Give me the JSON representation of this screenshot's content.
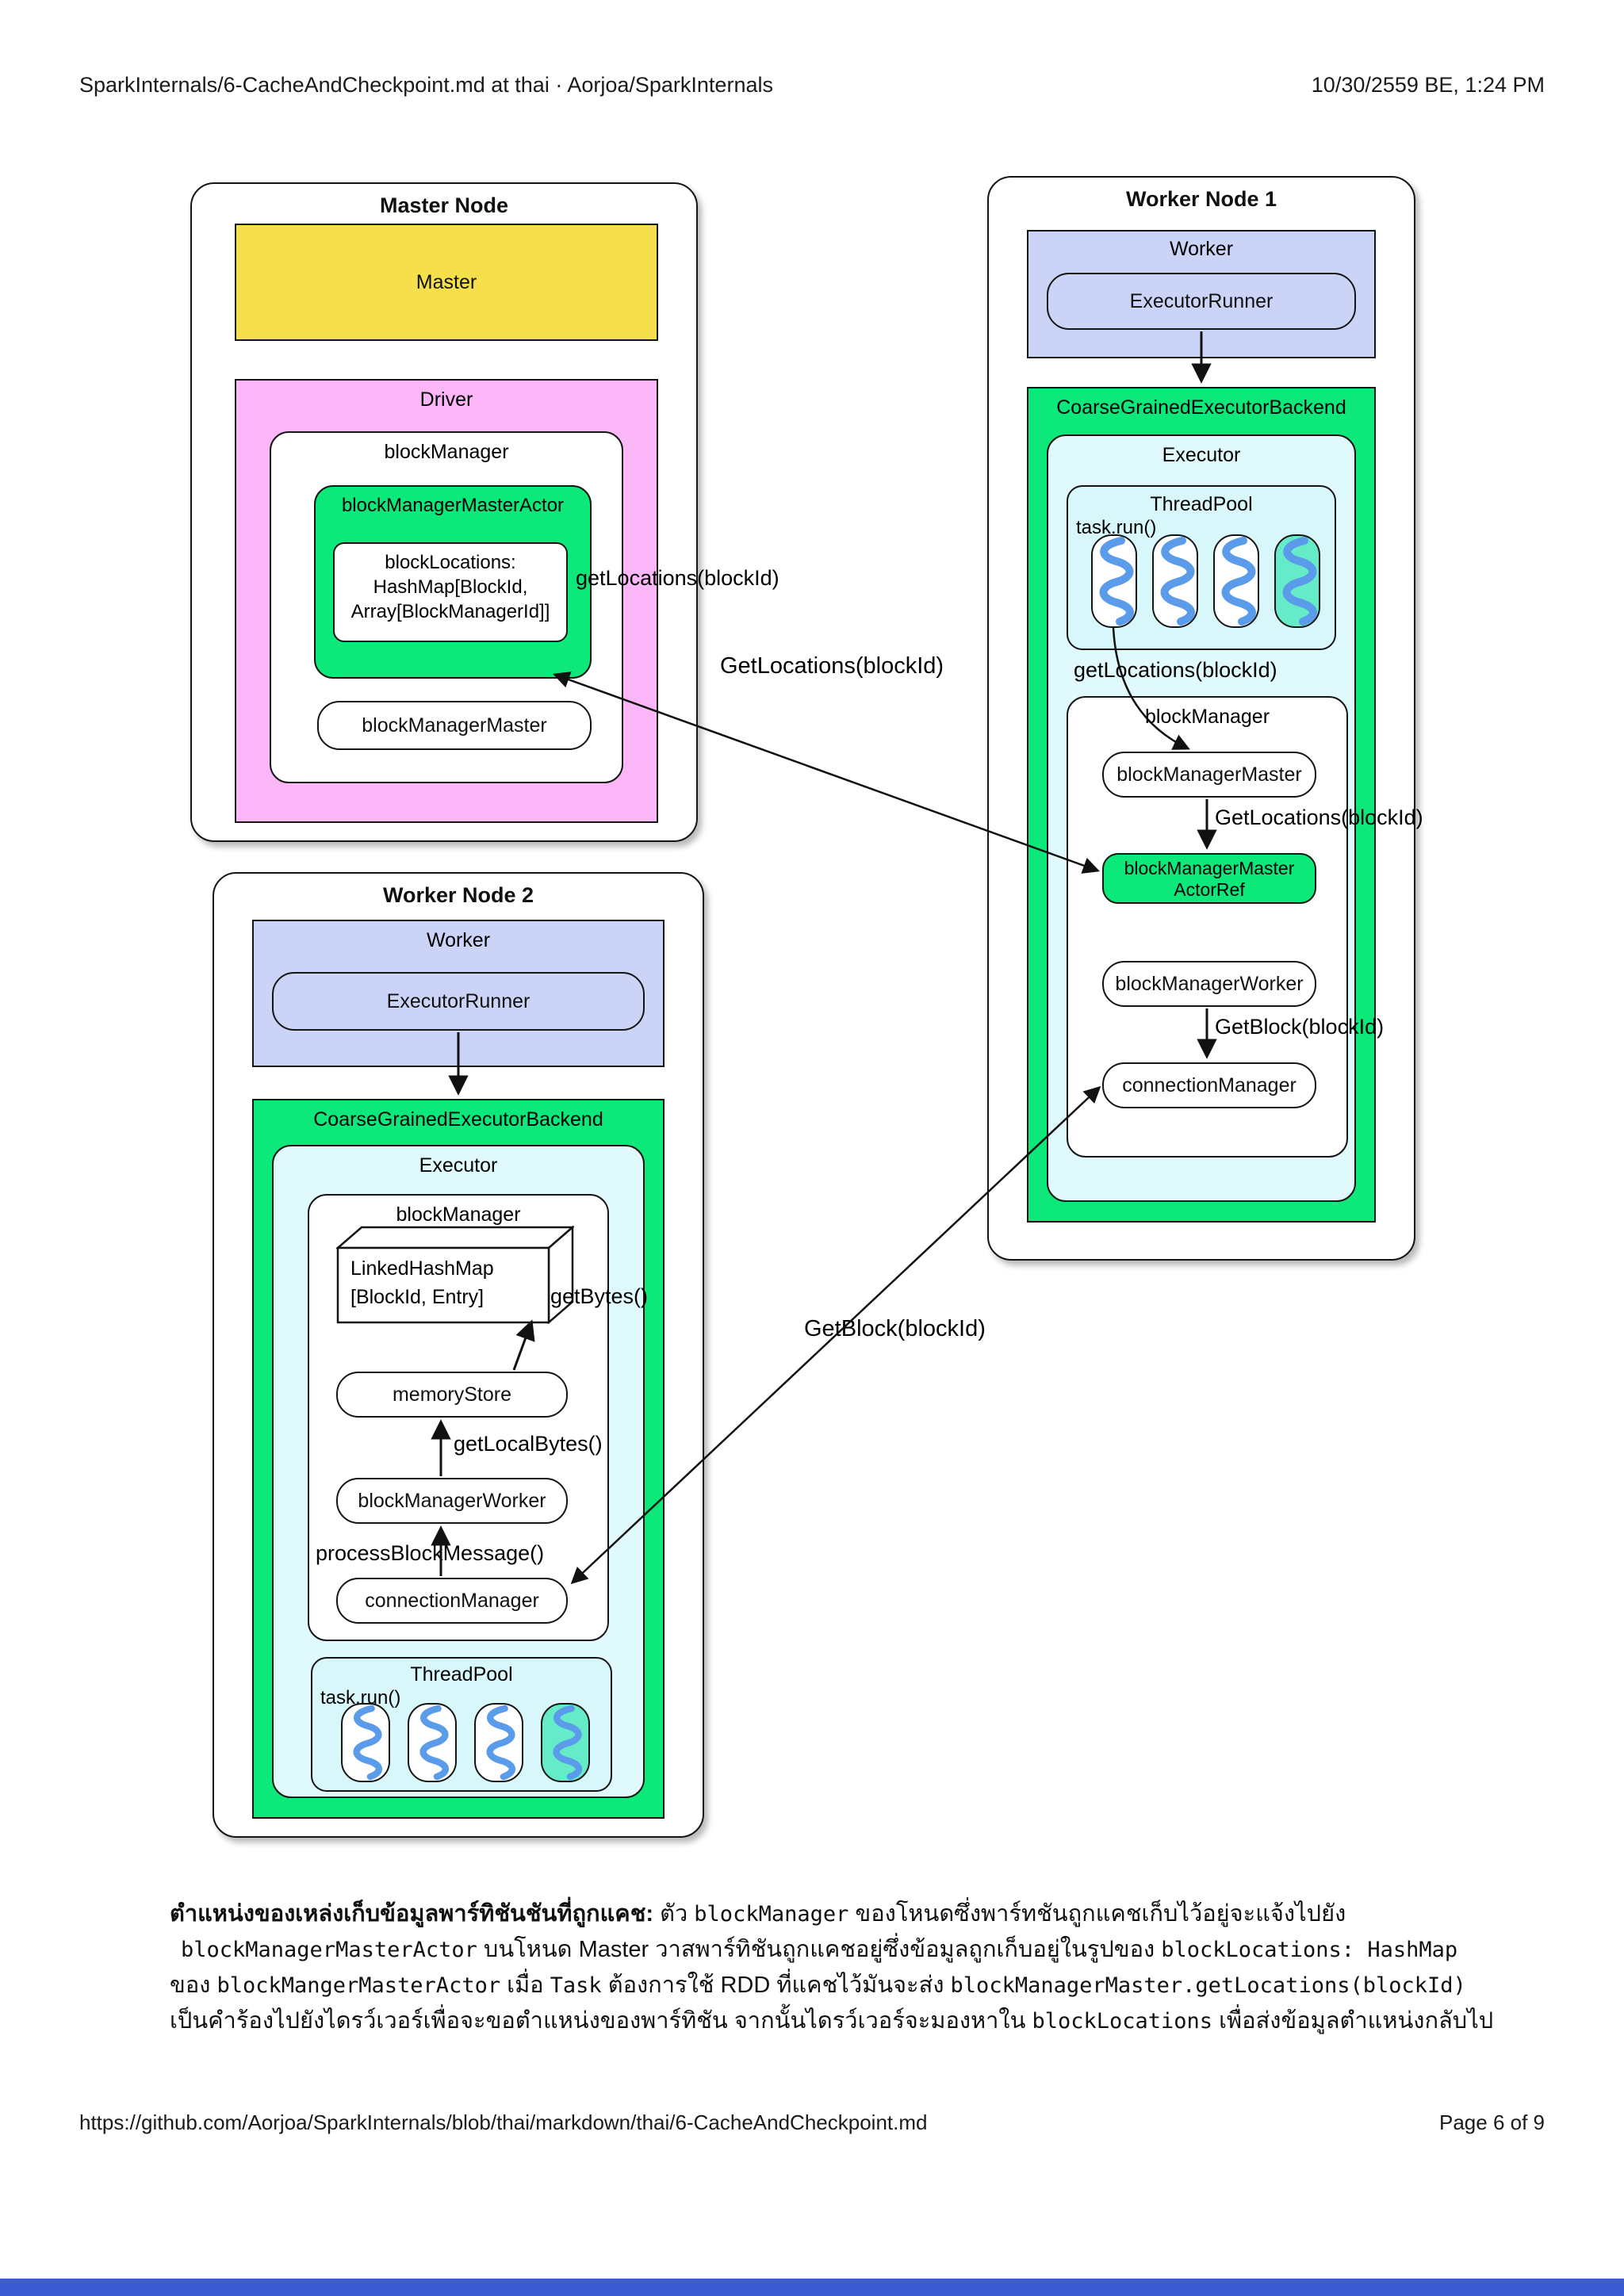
{
  "header": {
    "left": "SparkInternals/6-CacheAndCheckpoint.md at thai · Aorjoa/SparkInternals",
    "right": "10/30/2559 BE, 1:24 PM"
  },
  "footer": {
    "url": "https://github.com/Aorjoa/SparkInternals/blob/thai/markdown/thai/6-CacheAndCheckpoint.md",
    "page": "Page 6 of 9"
  },
  "diagram": {
    "master": {
      "title": "Master Node",
      "master_label": "Master",
      "driver_label": "Driver",
      "block_manager_label": "blockManager",
      "bmma_label": "blockManagerMasterActor",
      "block_locations_l1": "blockLocations:",
      "block_locations_l2": "HashMap[BlockId,",
      "block_locations_l3": "Array[BlockManagerId]]",
      "bmm_label": "blockManagerMaster",
      "get_locations_label": "getLocations(blockId)"
    },
    "worker1": {
      "title": "Worker Node 1",
      "worker_label": "Worker",
      "executor_runner_label": "ExecutorRunner",
      "cgeb_label": "CoarseGrainedExecutorBackend",
      "executor_label": "Executor",
      "threadpool_label": "ThreadPool",
      "task_run_label": "task.run()",
      "get_locations_label": "getLocations(blockId)",
      "block_manager_label": "blockManager",
      "bmm_label": "blockManagerMaster",
      "get_locations_msg": "GetLocations(blockId)",
      "bmma_ref_l1": "blockManagerMaster",
      "bmma_ref_l2": "ActorRef",
      "bmw_label": "blockManagerWorker",
      "get_block_msg": "GetBlock(blockId)",
      "connection_manager_label": "connectionManager"
    },
    "worker2": {
      "title": "Worker Node 2",
      "worker_label": "Worker",
      "executor_runner_label": "ExecutorRunner",
      "cgeb_label": "CoarseGrainedExecutorBackend",
      "executor_label": "Executor",
      "block_manager_label": "blockManager",
      "linked_hash_map_l1": "LinkedHashMap",
      "linked_hash_map_l2": "[BlockId, Entry]",
      "get_bytes_label": "getBytes()",
      "memory_store_label": "memoryStore",
      "get_local_bytes_label": "getLocalBytes()",
      "bmw_label": "blockManagerWorker",
      "process_block_message_label": "processBlockMessage()",
      "connection_manager_label": "connectionManager",
      "threadpool_label": "ThreadPool",
      "task_run_label": "task.run()"
    },
    "edges": {
      "get_locations_edge_label": "GetLocations(blockId)",
      "get_block_edge_label": "GetBlock(blockId)"
    },
    "colors": {
      "master_yellow": "#F6DF4D",
      "driver_pink": "#FBB6F7",
      "actor_green": "#0CE87A",
      "worker_lavender": "#CBD3F7",
      "executor_cyan": "#DFF9FC",
      "thread_blue": "#5A9CEA",
      "thread_teal": "#66EBC9",
      "footer_bar_blue": "#3D5AD5"
    }
  },
  "caption": {
    "l1_bold": "ตำแหน่งของเหล่งเก็บข้อมูลพาร์ทิชันชันที่ถูกแคช:",
    "l1_t1": " ตัว ",
    "l1_code1": "blockManager",
    "l1_t2": " ของโหนดซึ่งพาร์ทชันถูกแคชเก็บไว้อยู่จะแจ้งไปยัง",
    "l2_code1": "blockManagerMasterActor",
    "l2_t1": " บนโหนด Master วาสพาร์ทิชันถูกแคชอยู่ซึ่งข้อมูลถูกเก็บอยู่ในรูปของ ",
    "l2_code2": "blockLocations: HashMap",
    "l3_t1": "ของ ",
    "l3_code1": "blockMangerMasterActor",
    "l3_t2": " เมื่อ ",
    "l3_code2": "Task",
    "l3_t3": " ต้องการใช้ RDD ที่แคชไว้มันจะส่ง ",
    "l3_code3": "blockManagerMaster.getLocations(blockId)",
    "l4_t1": "เป็นคำร้องไปยังไดรว์เวอร์เพื่อจะขอตำแหน่งของพาร์ทิชัน จากนั้นไดรว์เวอร์จะมองหาใน ",
    "l4_code1": "blockLocations",
    "l4_t2": " เพื่อส่งข้อมูลตำแหน่งกลับไป"
  }
}
